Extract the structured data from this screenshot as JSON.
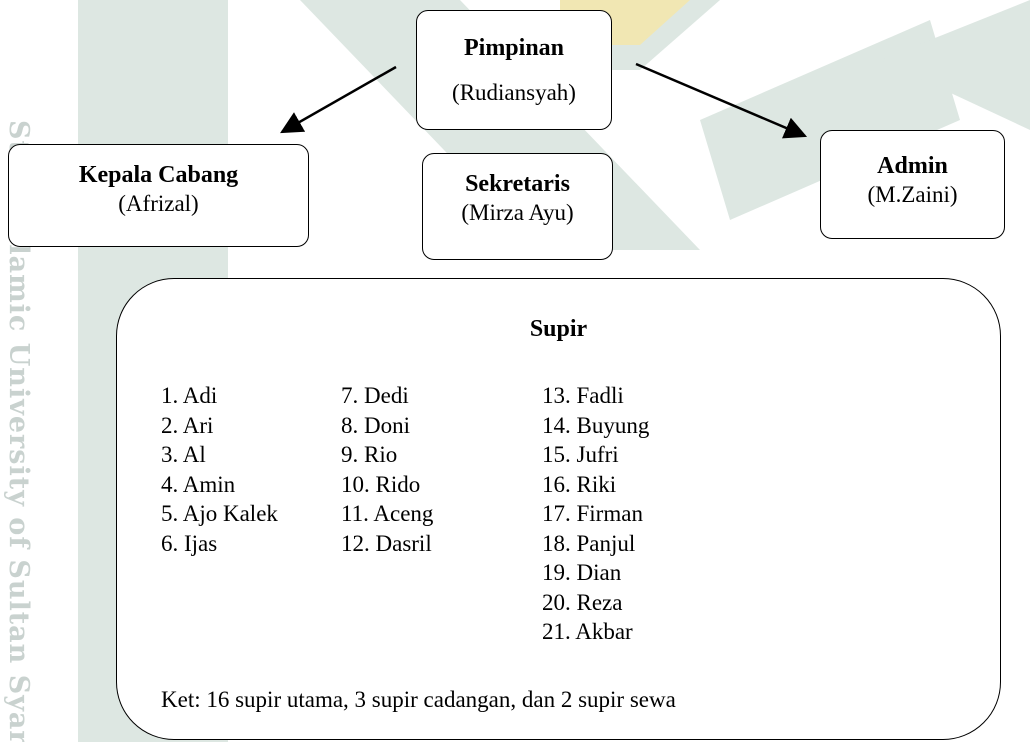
{
  "watermark": {
    "side_text": "State Islamic University of Sultan Syarif Kasim Riau",
    "colors": {
      "logo": "#dde7e2",
      "logo_accent": "#f1e7b3",
      "side_text": "#c9d2cf"
    }
  },
  "nodes": {
    "pimpinan": {
      "title": "Pimpinan",
      "name": "(Rudiansyah)"
    },
    "kepala_cabang": {
      "title": "Kepala Cabang",
      "name": "(Afrizal)"
    },
    "sekretaris": {
      "title": "Sekretaris",
      "name": "(Mirza Ayu)"
    },
    "admin": {
      "title": "Admin",
      "name": "(M.Zaini)"
    }
  },
  "supir": {
    "title": "Supir",
    "columns": [
      [
        "1. Adi",
        "2. Ari",
        "3. Al",
        "4. Amin",
        "5. Ajo Kalek",
        "6. Ijas"
      ],
      [
        "7. Dedi",
        "8. Doni",
        "9. Rio",
        "10. Rido",
        "11. Aceng",
        "12. Dasril"
      ],
      [
        "13. Fadli",
        "14. Buyung",
        "15. Jufri",
        "16. Riki",
        "17. Firman",
        "18. Panjul",
        "19. Dian",
        "20. Reza",
        "21. Akbar"
      ]
    ],
    "note": "Ket: 16 supir utama, 3 supir cadangan, dan 2 supir sewa"
  },
  "edges": [
    {
      "from": "pimpinan",
      "to": "kepala_cabang"
    },
    {
      "from": "pimpinan",
      "to": "admin"
    }
  ]
}
